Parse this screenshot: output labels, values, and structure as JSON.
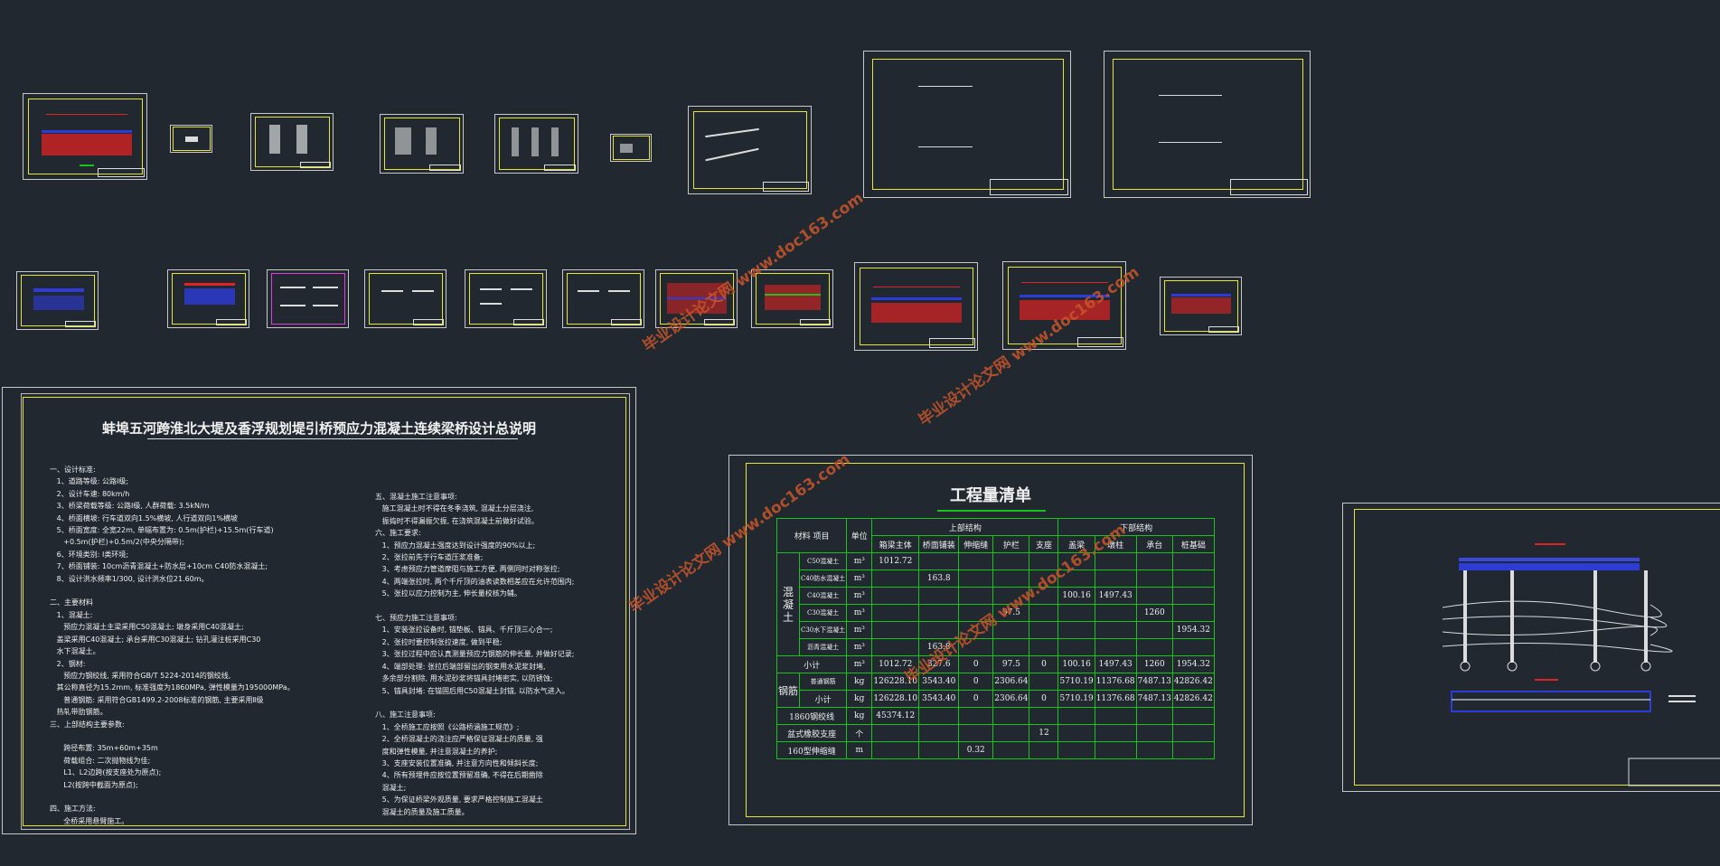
{
  "watermark_text": "毕业设计论文网  www.doc163.com",
  "notes": {
    "title": "蚌埠五河跨淮北大堤及香浮规划堤引桥预应力混凝土连续梁桥设计总说明",
    "left_lines": [
      "一、设计标准:",
      "   1、道路等级: 公路Ⅰ级;",
      "   2、设计车速: 80km/h",
      "   3、桥梁荷载等级: 公路Ⅰ级, 人群荷载: 3.5kN/m",
      "   4、桥面横坡: 行车道双向1.5%横坡, 人行道双向1%横坡",
      "   5、桥面宽度: 全宽22m, 单幅布置为: 0.5m(护栏)+15.5m(行车道)",
      "      +0.5m(护栏)+0.5m/2(中央分隔带);",
      "   6、环境类别: Ⅰ类环境;",
      "   7、桥面铺装: 10cm沥青混凝土+防水层+10cm C40防水混凝土;",
      "   8、设计洪水频率1/300, 设计洪水位21.60m。",
      "",
      "二、主要材料",
      "   1、混凝土:",
      "      预应力混凝土主梁采用C50混凝土; 墩身采用C40混凝土;",
      "   盖梁采用C40混凝土; 承台采用C30混凝土; 钻孔灌注桩采用C30",
      "   水下混凝土。",
      "   2、钢材:",
      "      预应力钢绞线, 采用符合GB/T 5224-2014的钢绞线,",
      "   其公称直径为15.2mm, 标准强度为1860MPa, 弹性模量为195000MPa。",
      "      普通钢筋: 采用符合GB1499.2-2008标准的钢筋, 主要采用Ⅱ级",
      "   热轧带肋钢筋。",
      "三、上部结构主要参数:",
      "",
      "      跨径布置: 35m+60m+35m",
      "      荷载组合: 二次抛物线为佳;",
      "      L1、L2边跨(按支座处为原点);",
      "      L2(按跨中截面为原点);",
      "",
      "四、施工方法:",
      "      全桥采用悬臂施工。"
    ],
    "right_lines": [
      "五、混凝土施工注意事项:",
      "   施工混凝土时不得在冬季浇筑, 混凝土分层浇注,",
      "   振捣时不得漏振欠振, 在浇筑混凝土前做好试验。",
      "六、施工要求:",
      "   1、预应力混凝土强度达到设计强度的90%以上;",
      "   2、张拉前先于行车道压浆准备;",
      "   3、考虑预应力管道摩阻与施工方便, 两侧同时对称张拉;",
      "   4、两端张拉时, 两个千斤顶的油表读数相差应在允许范围内;",
      "   5、张拉以应力控制为主, 伸长量校核为辅。",
      "",
      "七、预应力施工注意事项:",
      "   1、安装张拉设备时, 锚垫板、锚具、千斤顶三心合一;",
      "   2、张拉时要控制张拉速度, 做到平稳;",
      "   3、张拉过程中应认真测量预应力钢筋的伸长量, 并做好记录;",
      "   4、端部处理: 张拉后端部留出的钢束用水泥浆封堵,",
      "   多余部分割除, 用水泥砂浆将锚具封堵密实, 以防锈蚀;",
      "   5、锚具封堵: 在锚固后用C50混凝土封锚, 以防水气进入。",
      "",
      "八、施工注意事项:",
      "   1、全桥施工应按照《公路桥涵施工规范》;",
      "   2、全桥混凝土的浇注应严格保证混凝土的质量, 强",
      "   度和弹性模量, 并注意混凝土的养护;",
      "   3、支座安装位置准确, 并注意方向性和倾斜长度;",
      "   4、所有预埋件应按位置预留准确, 不得在后期凿除",
      "   混凝土;",
      "   5、为保证桥梁外观质量, 要求严格控制施工混凝土",
      "   混凝土的质量及施工质量。"
    ]
  },
  "qty": {
    "title": "工程量清单",
    "h_item": "项目",
    "h_material": "材料",
    "h_unit": "单位",
    "h_upper": "上部结构",
    "h_lower": "下部结构",
    "h_sub": [
      "箱梁主体",
      "桥面铺装",
      "伸缩缝",
      "护栏",
      "支座",
      "盖梁",
      "墩柱",
      "承台",
      "桩基础"
    ],
    "concrete_label": "混凝土",
    "rows": [
      {
        "name": "C50混凝土",
        "unit": "m³",
        "v": [
          "1012.72",
          "",
          "",
          "",
          "",
          "",
          "",
          "",
          ""
        ]
      },
      {
        "name": "C40防水混凝土",
        "unit": "m³",
        "v": [
          "",
          "163.8",
          "",
          "",
          "",
          "",
          "",
          "",
          ""
        ]
      },
      {
        "name": "C40混凝土",
        "unit": "m³",
        "v": [
          "",
          "",
          "",
          "",
          "",
          "100.16",
          "1497.43",
          "",
          ""
        ]
      },
      {
        "name": "C30混凝土",
        "unit": "m³",
        "v": [
          "",
          "",
          "",
          "97.5",
          "",
          "",
          "",
          "1260",
          ""
        ]
      },
      {
        "name": "C30水下混凝土",
        "unit": "m³",
        "v": [
          "",
          "",
          "",
          "",
          "",
          "",
          "",
          "",
          "1954.32"
        ]
      },
      {
        "name": "沥青混凝土",
        "unit": "m³",
        "v": [
          "",
          "163.8",
          "",
          "",
          "",
          "",
          "",
          "",
          ""
        ]
      }
    ],
    "subtotal1": {
      "name": "小计",
      "unit": "m³",
      "v": [
        "1012.72",
        "327.6",
        "0",
        "97.5",
        "0",
        "100.16",
        "1497.43",
        "1260",
        "1954.32"
      ]
    },
    "steel_label": "钢筋",
    "steel_sub": "普通钢筋",
    "steel": {
      "unit": "kg",
      "v": [
        "126228.10",
        "3543.40",
        "0",
        "2306.64",
        "",
        "5710.19",
        "11376.68",
        "7487.13",
        "42826.42"
      ]
    },
    "subtotal2": {
      "name": "小计",
      "unit": "kg",
      "v": [
        "126228.10",
        "3543.40",
        "0",
        "2306.64",
        "0",
        "5710.19",
        "11376.68",
        "7487.13",
        "42826.42"
      ]
    },
    "strand": {
      "name": "1860钢绞线",
      "unit": "kg",
      "v": [
        "45374.12",
        "",
        "",
        "",
        "",
        "",
        "",
        "",
        ""
      ]
    },
    "bearing": {
      "name": "盆式橡胶支座",
      "unit": "个",
      "v": [
        "",
        "",
        "",
        "",
        "12",
        "",
        "",
        "",
        ""
      ]
    },
    "joint": {
      "name": "160型伸缩缝",
      "unit": "m",
      "v": [
        "",
        "",
        "0.32",
        "",
        "",
        "",
        "",
        "",
        ""
      ]
    }
  },
  "colors": {
    "background": "#212830",
    "frame": "#e6e632",
    "grid": "#19c419",
    "text": "#f0f0f0",
    "watermark": "#c8552a"
  }
}
